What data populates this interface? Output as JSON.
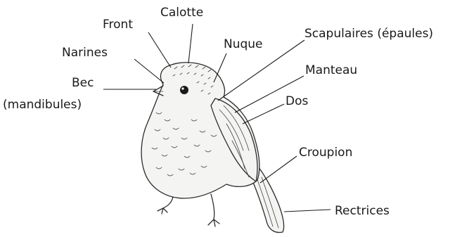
{
  "labels": {
    "front": "Front",
    "calotte": "Calotte",
    "narines": "Narines",
    "nuque": "Nuque",
    "scapulaires": "Scapulaires (épaules)",
    "bec_line1": "Bec",
    "bec_line2": "(mandibules)",
    "manteau": "Manteau",
    "dos": "Dos",
    "croupion": "Croupion",
    "rectrices": "Rectrices"
  }
}
